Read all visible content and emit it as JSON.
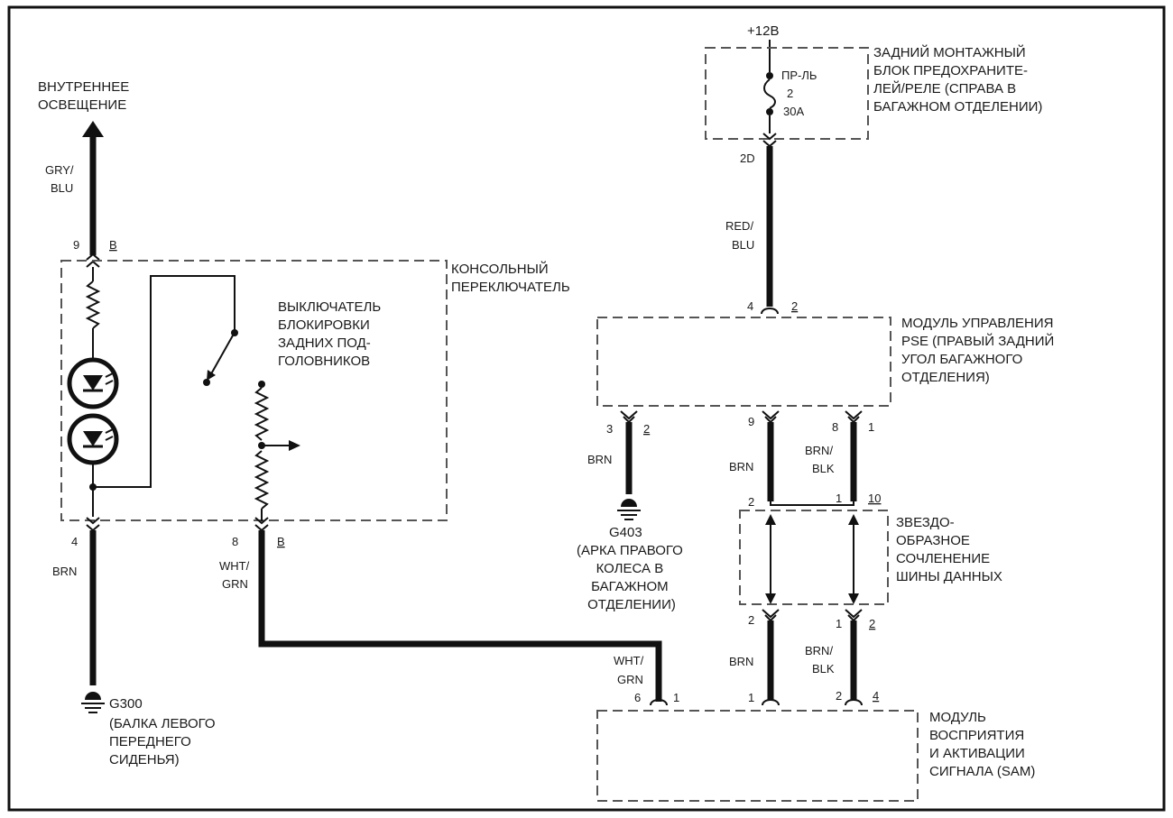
{
  "top_left": {
    "interior_lighting": [
      "ВНУТРЕННЕЕ",
      "ОСВЕЩЕНИЕ"
    ],
    "wire_gry_blu": [
      "GRY/",
      "BLU"
    ],
    "pin_9": "9",
    "conn_b_top": "B",
    "console_switch": [
      "КОНСОЛЬНЫЙ",
      "ПЕРЕКЛЮЧАТЕЛЬ"
    ],
    "headrest_switch": [
      "ВЫКЛЮЧАТЕЛЬ",
      "БЛОКИРОВКИ",
      "ЗАДНИХ ПОД-",
      "ГОЛОВНИКОВ"
    ],
    "pin_4": "4",
    "pin_8": "8",
    "conn_b_bottom": "B",
    "wire_brn": "BRN",
    "wire_wht_grn": [
      "WHT/",
      "GRN"
    ],
    "ground_g300": "G300",
    "ground_g300_desc": [
      "(БАЛКА ЛЕВОГО",
      "ПЕРЕДНЕГО",
      "СИДЕНЬЯ)"
    ]
  },
  "fuse_block": {
    "supply": "+12В",
    "fuse_label": [
      "ПР-ЛЬ",
      "2",
      "30А"
    ],
    "title": [
      "ЗАДНИЙ МОНТАЖНЫЙ",
      "БЛОК ПРЕДОХРАНИТЕ-",
      "ЛЕЙ/РЕЛЕ (СПРАВА В",
      "БАГАЖНОМ ОТДЕЛЕНИИ)"
    ],
    "pin_2d": "2D",
    "wire_red_blu": [
      "RED/",
      "BLU"
    ]
  },
  "pse_module": {
    "pin_4": "4",
    "conn_2": "2",
    "title": [
      "МОДУЛЬ УПРАВЛЕНИЯ",
      "PSE (ПРАВЫЙ ЗАДНИЙ",
      "УГОЛ БАГАЖНОГО",
      "ОТДЕЛЕНИЯ)"
    ],
    "pin_3": "3",
    "conn_2b": "2",
    "pin_9": "9",
    "pin_8": "8",
    "conn_1": "1",
    "wire_brn_ground": "BRN",
    "wire_brn_bus": "BRN",
    "wire_brn_blk": [
      "BRN/",
      "BLK"
    ],
    "ground_g403": "G403",
    "ground_g403_desc": [
      "(АРКА ПРАВОГО",
      "КОЛЕСА В",
      "БАГАЖНОМ",
      "ОТДЕЛЕНИИ)"
    ]
  },
  "star_joint": {
    "pin_2_top": "2",
    "pin_1_top": "1",
    "conn_10": "10",
    "title": [
      "ЗВЕЗДО-",
      "ОБРАЗНОЕ",
      "СОЧЛЕНЕНИЕ",
      "ШИНЫ ДАННЫХ"
    ],
    "pin_2_bottom": "2",
    "pin_1_bottom": "1",
    "conn_2_bottom": "2",
    "wire_brn": "BRN",
    "wire_brn_blk": [
      "BRN/",
      "BLK"
    ]
  },
  "sam_module": {
    "wire_wht_grn": [
      "WHT/",
      "GRN"
    ],
    "pin_6": "6",
    "conn_1": "1",
    "pin_1": "1",
    "pin_2": "2",
    "conn_4": "4",
    "title": [
      "МОДУЛЬ",
      "ВОСПРИЯТИЯ",
      "И АКТИВАЦИИ",
      "СИГНАЛА (SAM)"
    ]
  }
}
